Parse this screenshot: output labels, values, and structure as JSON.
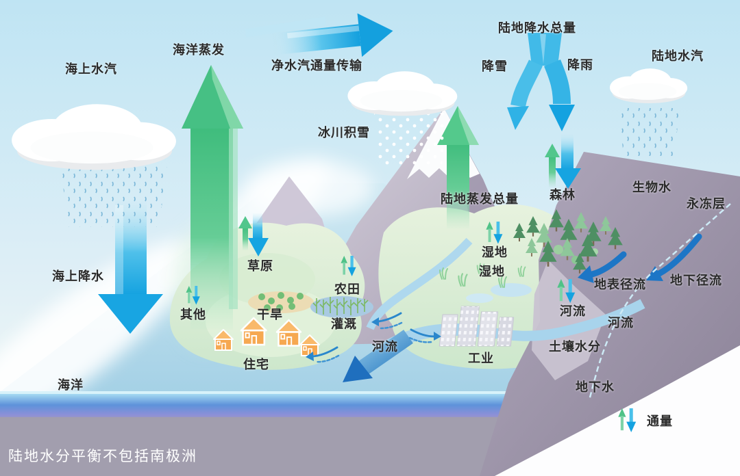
{
  "labels": {
    "sea_vapor": "海上水汽",
    "ocean_evaporation": "海洋蒸发",
    "net_vapor_flux": "净水汽通量传输",
    "land_precip_total": "陆地降水总量",
    "snowfall": "降雪",
    "rainfall": "降雨",
    "land_vapor": "陆地水汽",
    "glacier_snow": "冰川积雪",
    "land_evap_total": "陆地蒸发总量",
    "forest": "森林",
    "bio_water": "生物水",
    "permafrost": "永冻层",
    "sea_precip": "海上降水",
    "grassland": "草原",
    "wetland_upper": "湿地",
    "wetland_lower": "湿地",
    "surface_runoff": "地表径流",
    "underground_runoff": "地下径流",
    "other": "其他",
    "drought": "干旱",
    "farmland": "农田",
    "irrigation": "灌溉",
    "river_mouth": "河流",
    "river_mid": "河流",
    "river_right": "河流",
    "residential": "住宅",
    "industry": "工业",
    "soil_moisture": "土壤水分",
    "ocean": "海洋",
    "groundwater": "地下水"
  },
  "legend": {
    "flux_label": "通量"
  },
  "caption": "陆地水分平衡不包括南极洲",
  "colors": {
    "flux_up_green": "#46c084",
    "flux_down_blue": "#14a2e0",
    "ocean_surface": "#a9d4e8",
    "land_green": "#d3e9cf",
    "mountain_gray": "#a89fb4",
    "slope_gray": "#8a8196",
    "house_orange": "#f6a851",
    "label_text": "#2b2b2b",
    "caption_text": "#ffffff"
  }
}
